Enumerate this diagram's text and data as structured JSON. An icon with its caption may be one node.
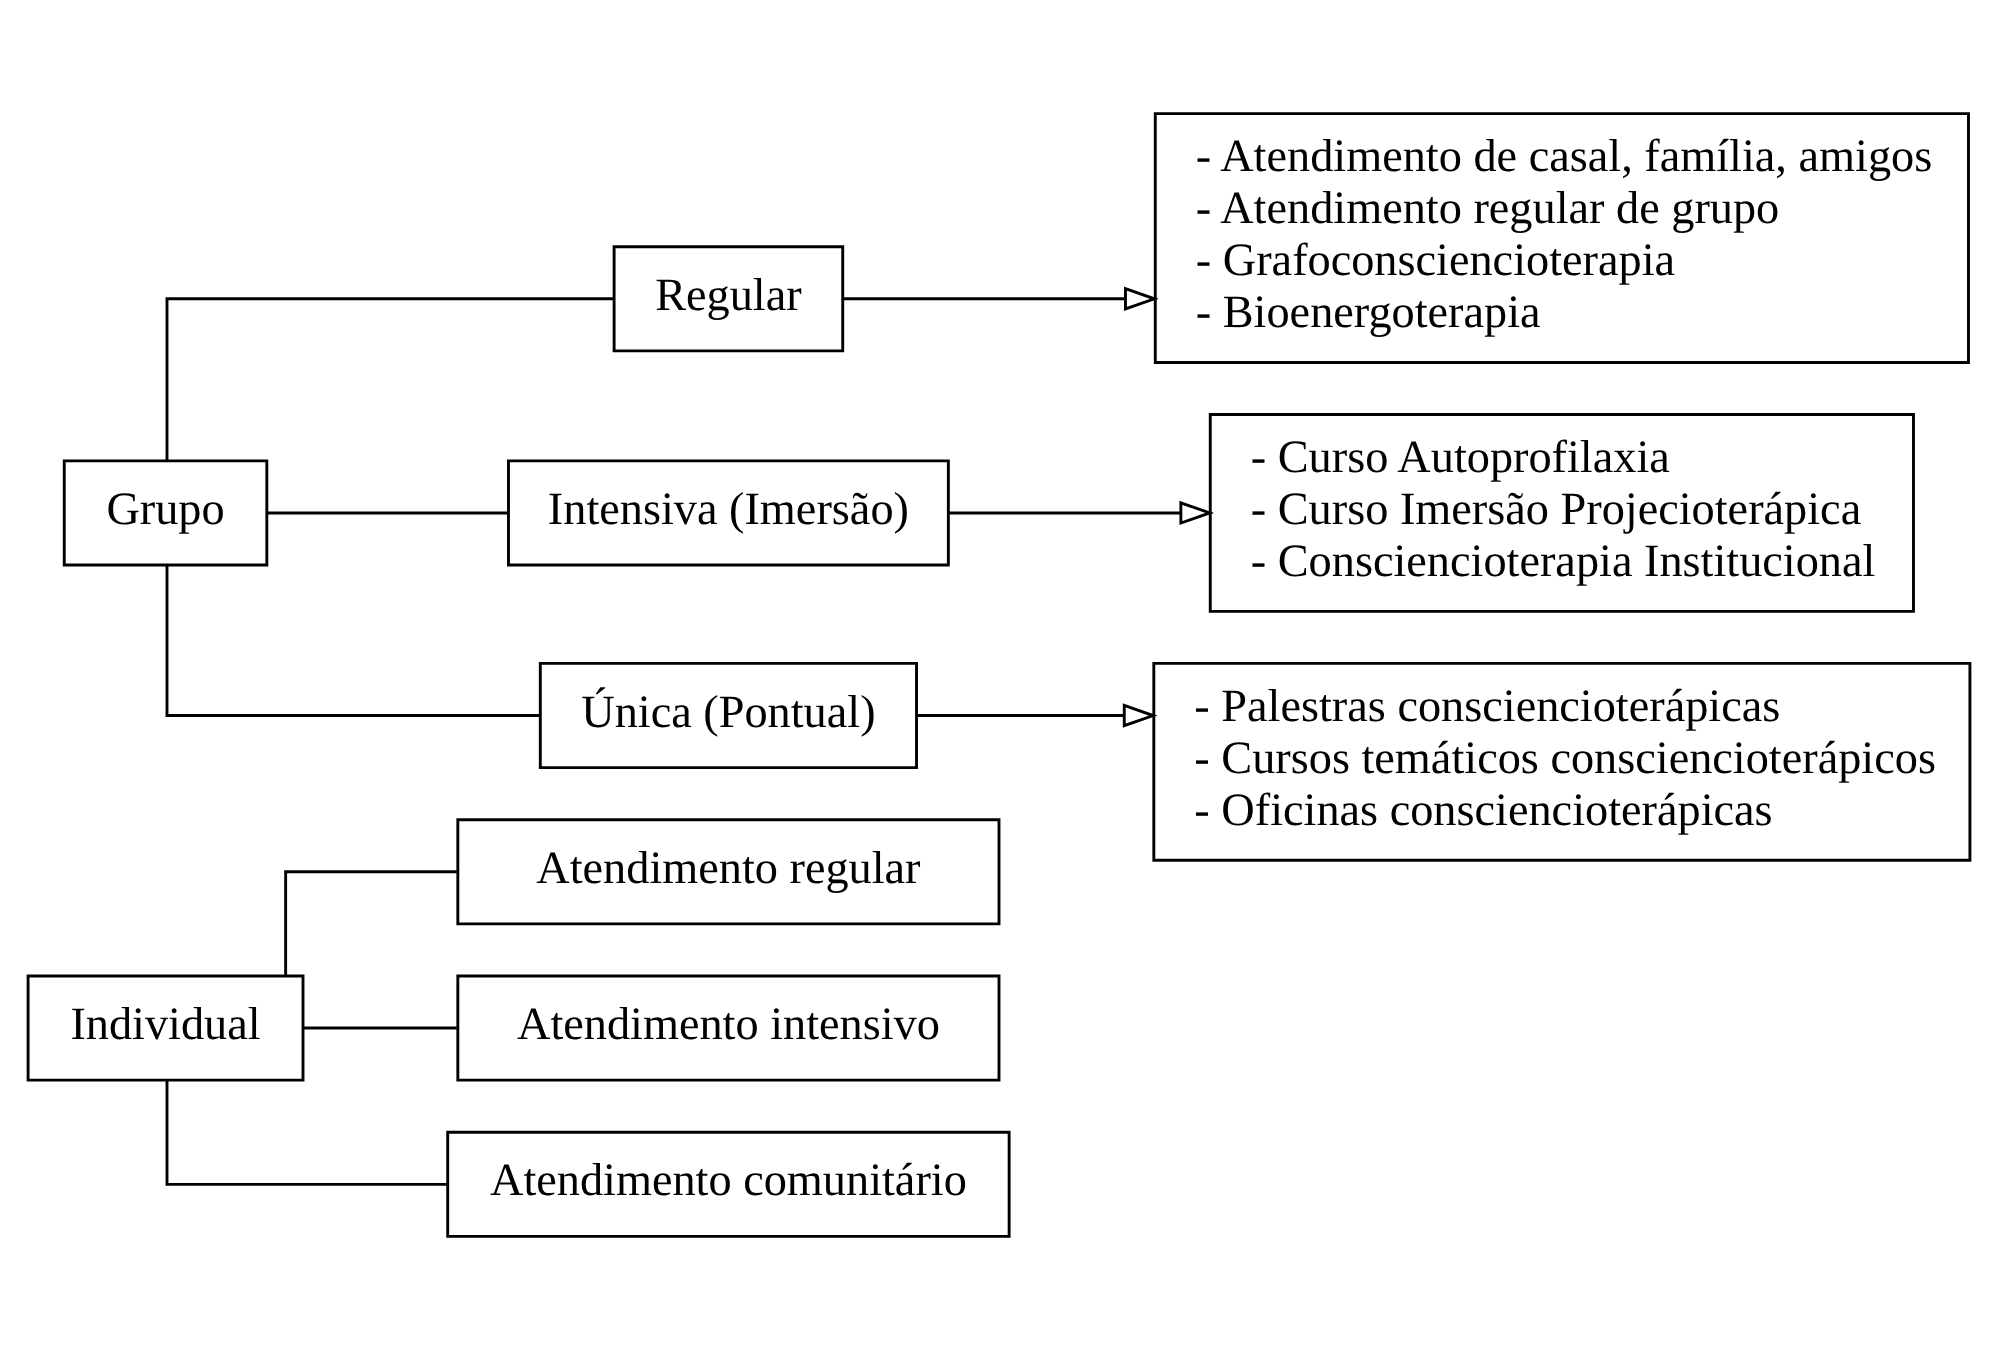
{
  "diagram": {
    "nodes": [
      {
        "text": [
          "Individual"
        ]
      },
      {
        "text": [
          "Atendimento regular"
        ]
      },
      {
        "text": [
          "Atendimento intensivo"
        ]
      },
      {
        "text": [
          "Atendimento comunitário"
        ]
      },
      {
        "text": [
          "Grupo"
        ]
      },
      {
        "text": [
          "Regular"
        ]
      },
      {
        "text": [
          "- Atendimento de casal, família, amigos",
          "- Atendimento regular de grupo",
          "- Grafoconsciencioterapia",
          "- Bioenergoterapia"
        ]
      },
      {
        "text": [
          "Intensiva (Imersão)"
        ]
      },
      {
        "text": [
          "- Curso Autoprofilaxia",
          "- Curso Imersão Projecioterápica",
          "- Consciencioterapia Institucional"
        ]
      },
      {
        "text": [
          "Única (Pontual)"
        ]
      },
      {
        "text": [
          "- Palestras consciencioterápicas",
          "- Cursos temáticos consciencioterápicos",
          "- Oficinas consciencioterápicas"
        ]
      }
    ],
    "edges": [
      {
        "from": 0,
        "to": 1,
        "arrow": "none"
      },
      {
        "from": 0,
        "to": 2,
        "arrow": "none"
      },
      {
        "from": 0,
        "to": 3,
        "arrow": "none"
      },
      {
        "from": 4,
        "to": 5,
        "arrow": "none"
      },
      {
        "from": 4,
        "to": 7,
        "arrow": "none"
      },
      {
        "from": 4,
        "to": 9,
        "arrow": "none"
      },
      {
        "from": 5,
        "to": 6,
        "arrow": "to"
      },
      {
        "from": 7,
        "to": 8,
        "arrow": "to"
      },
      {
        "from": 9,
        "to": 10,
        "arrow": "to"
      }
    ]
  }
}
